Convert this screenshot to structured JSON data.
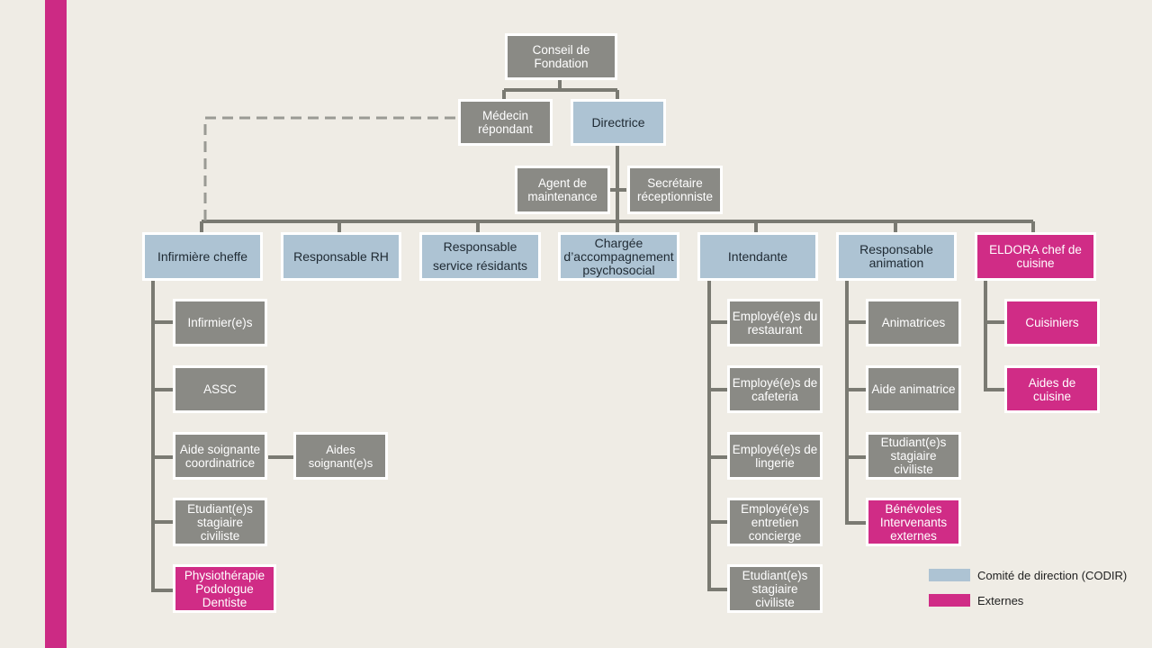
{
  "colors": {
    "accent": "#cc2a84",
    "codir": "#adc3d3",
    "externes": "#d02c86",
    "staff": "#8a8a85",
    "connector": "#7a7a72"
  },
  "nodes": {
    "conseil": "Conseil de\nFondation",
    "medecin": "Médecin\nrépondant",
    "directrice": "Directrice",
    "agent": "Agent de\nmaintenance",
    "secretaire": "Secrétaire\nréceptionniste",
    "infirmiere_cheffe": "Infirmière cheffe",
    "rh": "Responsable RH",
    "service_residants": "Responsable\nservice résidants",
    "chargee": "Chargée\nd’accompagnement\npsychosocial",
    "intendante": "Intendante",
    "animation": "Responsable\nanimation",
    "eldora": "ELDORA chef de\ncuisine",
    "infirmiers": "Infirmier(e)s",
    "assc": "ASSC",
    "aide_coord": "Aide soignante\ncoordinatrice",
    "aides_soignants": "Aides\nsoignant(e)s",
    "etudiants_soins": "Etudiant(e)s\nstagiaire\nciviliste",
    "physio": "Physiothérapie\nPodologue\nDentiste",
    "restaurant": "Employé(e)s du\nrestaurant",
    "cafeteria": "Employé(e)s de\ncafeteria",
    "lingerie": "Employé(e)s de\nlingerie",
    "entretien": "Employé(e)s\nentretien\nconcierge",
    "etudiants_intendance": "Etudiant(e)s\nstagiaire\nciviliste",
    "animatrices": "Animatrices",
    "aide_animatrice": "Aide animatrice",
    "etudiants_animation": "Etudiant(e)s\nstagiaire\nciviliste",
    "benevoles": "Bénévoles\nIntervenants\nexternes",
    "cuisiniers": "Cuisiniers",
    "aides_cuisine": "Aides de cuisine"
  },
  "legend": {
    "codir": "Comité de direction (CODIR)",
    "externes": "Externes"
  }
}
